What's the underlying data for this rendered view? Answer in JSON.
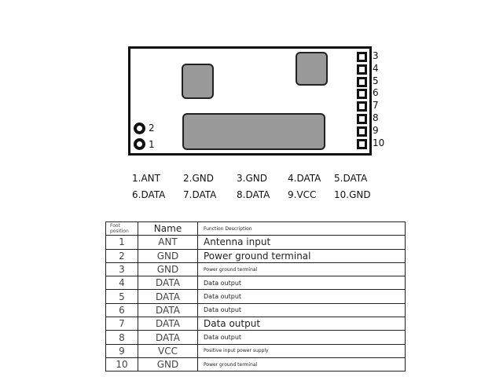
{
  "module": {
    "left_pins": [
      "2",
      "1"
    ],
    "right_pins": [
      "3",
      "4",
      "5",
      "6",
      "7",
      "8",
      "9",
      "10"
    ]
  },
  "legend": [
    [
      "1.ANT",
      "2.GND",
      "3.GND",
      "4.DATA",
      "5.DATA"
    ],
    [
      "6.DATA",
      "7.DATA",
      "8.DATA",
      "9.VCC",
      "10.GND"
    ]
  ],
  "table": {
    "headers": {
      "position": "Foot position",
      "name": "Name",
      "function": "Function Description"
    },
    "rows": [
      {
        "pos": "1",
        "name": "ANT",
        "function": "Antenna input"
      },
      {
        "pos": "2",
        "name": "GND",
        "function": "Power ground terminal"
      },
      {
        "pos": "3",
        "name": "GND",
        "function": "Power ground terminal"
      },
      {
        "pos": "4",
        "name": "DATA",
        "function": "Data output"
      },
      {
        "pos": "5",
        "name": "DATA",
        "function": "Data output"
      },
      {
        "pos": "6",
        "name": "DATA",
        "function": "Data output"
      },
      {
        "pos": "7",
        "name": "DATA",
        "function": "Data output"
      },
      {
        "pos": "8",
        "name": "DATA",
        "function": "Data output"
      },
      {
        "pos": "9",
        "name": "VCC",
        "function": "Positive input power supply"
      },
      {
        "pos": "10",
        "name": "GND",
        "function": "Power ground terminal"
      }
    ]
  },
  "colors": {
    "chip": "#999999",
    "outline": "#111111"
  }
}
